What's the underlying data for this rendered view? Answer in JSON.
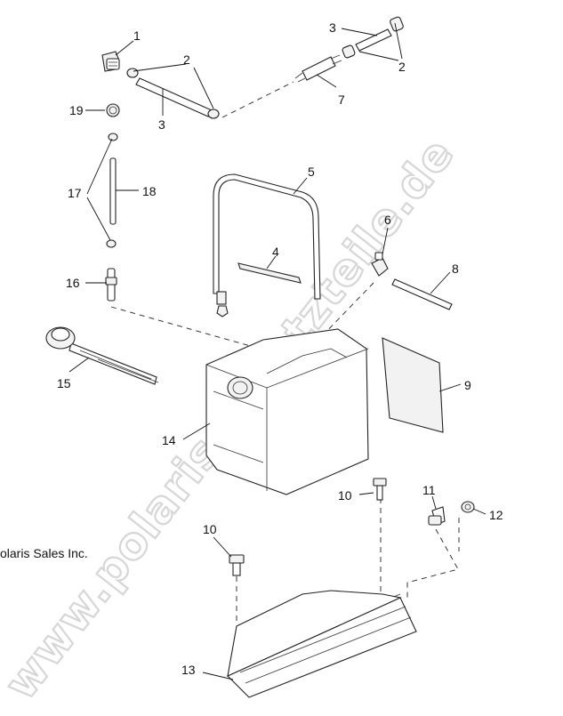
{
  "watermark": "www.polaris-ersatzteile.de",
  "copyright": "olaris Sales Inc.",
  "callouts": {
    "c1": "1",
    "c2a": "2",
    "c2b": "2",
    "c3a": "3",
    "c3b": "3",
    "c4": "4",
    "c5": "5",
    "c6": "6",
    "c7": "7",
    "c8": "8",
    "c9": "9",
    "c10a": "10",
    "c10b": "10",
    "c11": "11",
    "c12": "12",
    "c13": "13",
    "c14": "14",
    "c15": "15",
    "c16": "16",
    "c17": "17",
    "c18": "18",
    "c19": "19"
  }
}
